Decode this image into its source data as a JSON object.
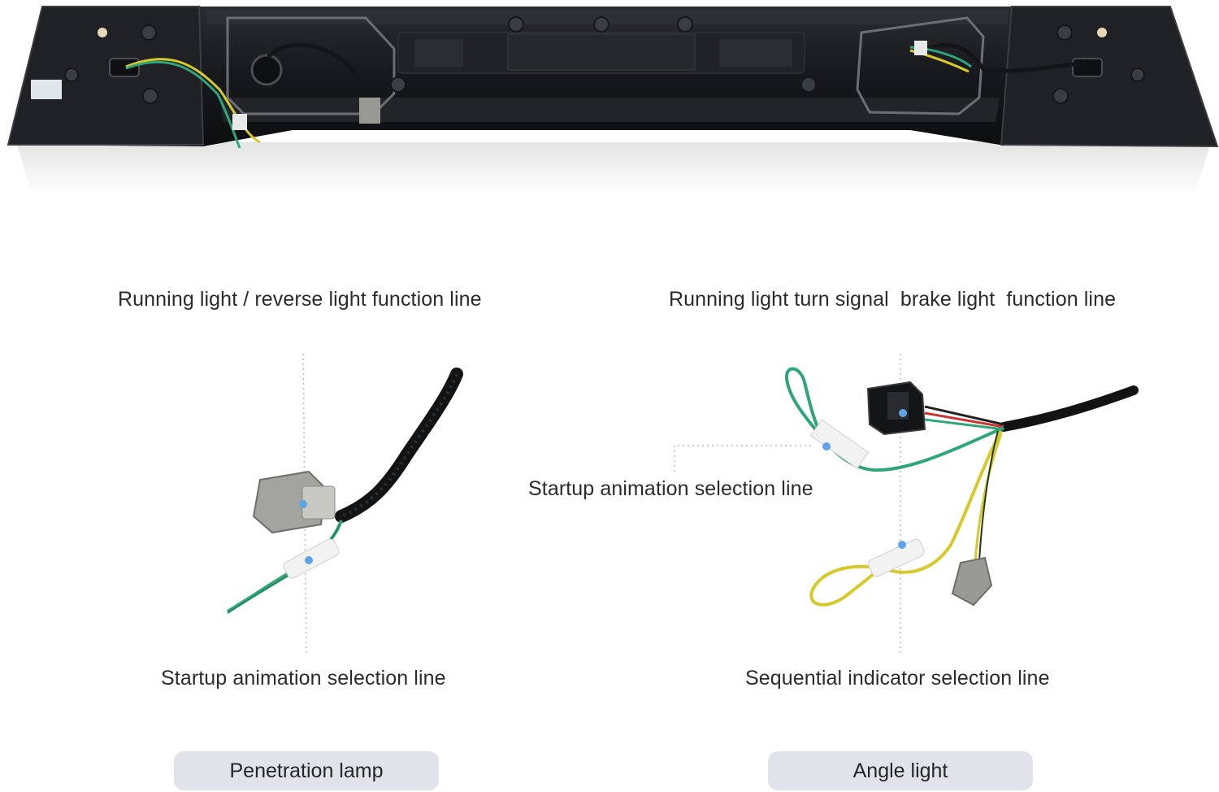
{
  "labels": {
    "left_top": "Running light / reverse light function line",
    "right_top": "Running light turn signal  brake light  function line",
    "mid_right": "Startup animation selection line",
    "left_bottom": "Startup animation selection line",
    "right_bottom": "Sequential indicator selection line"
  },
  "pills": {
    "left": "Penetration lamp",
    "right": "Angle light"
  },
  "colors": {
    "housing": "#1b1d20",
    "wire_green": "#2fa67a",
    "wire_yellow": "#d8c92a",
    "connector_gray": "#9a9a94",
    "pill_bg": "#e0e4ea",
    "marker_blue": "#5fa3e8"
  }
}
